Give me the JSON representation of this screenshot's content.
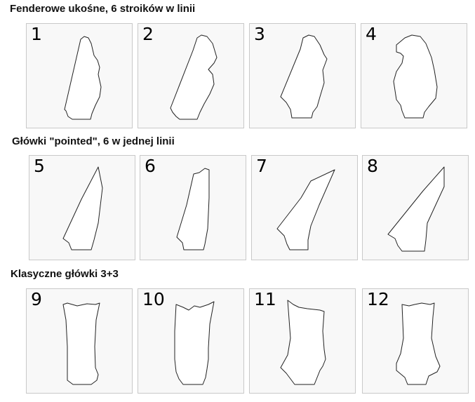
{
  "sections": [
    {
      "title": "Fenderowe ukośne, 6 stroików w linii",
      "items": [
        {
          "label": "1"
        },
        {
          "label": "2"
        },
        {
          "label": "3"
        },
        {
          "label": "4"
        }
      ]
    },
    {
      "title": "Główki \"pointed\", 6 w jednej linii",
      "items": [
        {
          "label": "5"
        },
        {
          "label": "6"
        },
        {
          "label": "7"
        },
        {
          "label": "8"
        }
      ]
    },
    {
      "title": "Klasyczne główki 3+3",
      "items": [
        {
          "label": "9"
        },
        {
          "label": "10"
        },
        {
          "label": "11"
        },
        {
          "label": "12"
        }
      ]
    }
  ]
}
